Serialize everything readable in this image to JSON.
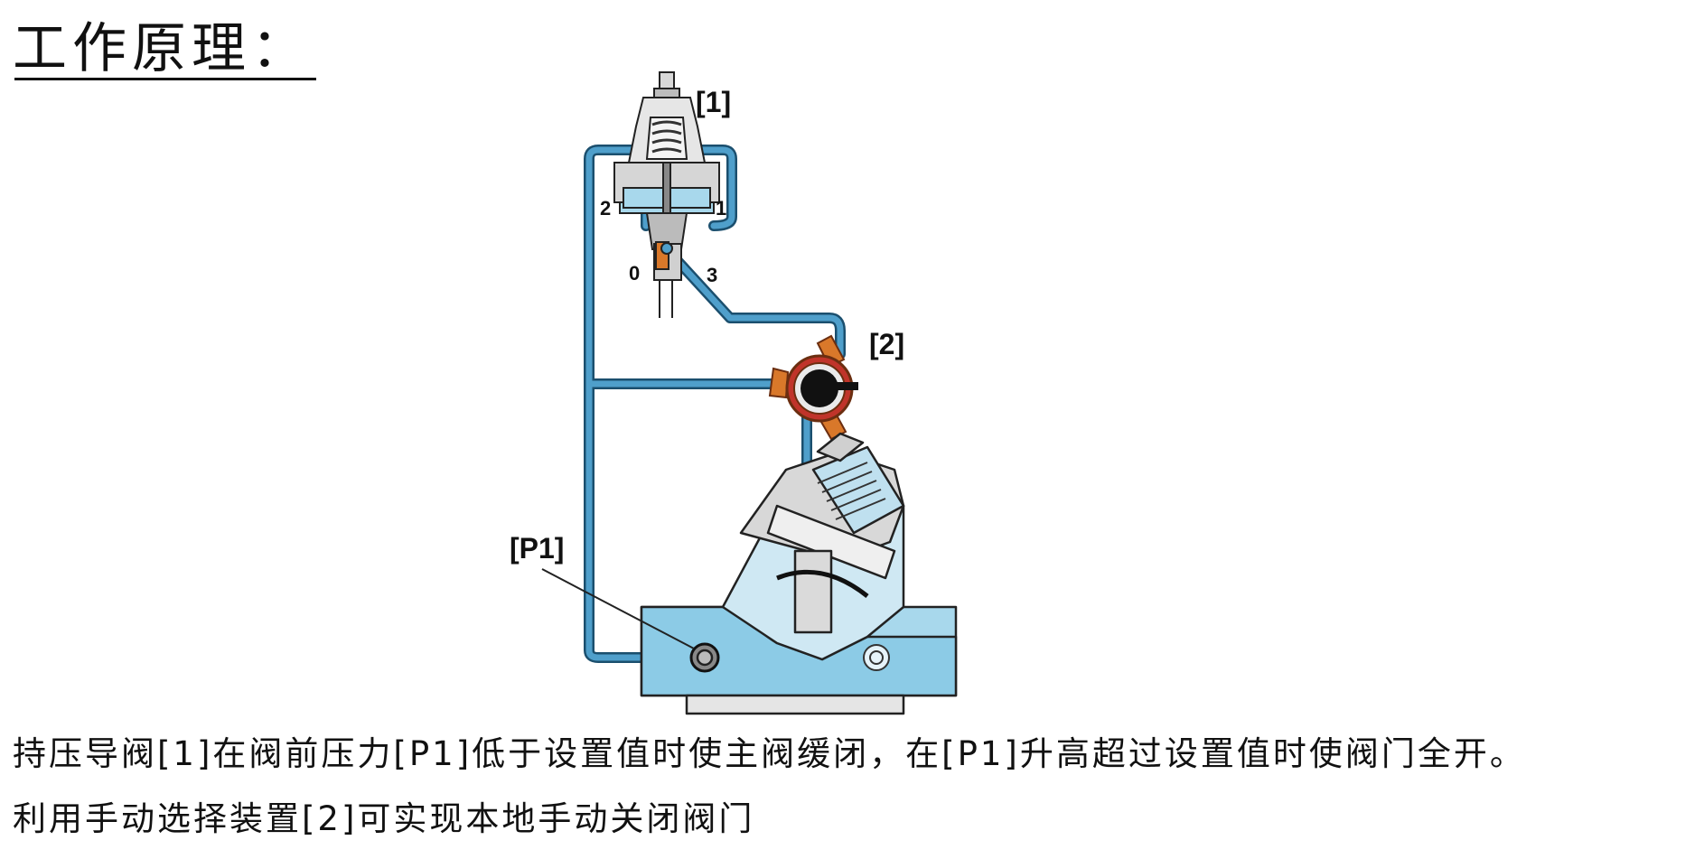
{
  "title": "工作原理：",
  "diagram": {
    "labels": {
      "pilot": "[1]",
      "selector": "[2]",
      "pressure_point": "[P1]"
    },
    "ports": {
      "p0": "0",
      "p1": "1",
      "p2": "2",
      "p3": "3"
    },
    "colors": {
      "water": "#a8d8ec",
      "pipe": "#4f9fcb",
      "body": "#e3e3e3",
      "outline": "#222222",
      "selector_orange": "#d9782a",
      "selector_red": "#c0342a"
    }
  },
  "description": {
    "line1": "持压导阀[1]在阀前压力[P1]低于设置值时使主阀缓闭，在[P1]升高超过设置值时使阀门全开。",
    "line2": "利用手动选择装置[2]可实现本地手动关闭阀门"
  }
}
